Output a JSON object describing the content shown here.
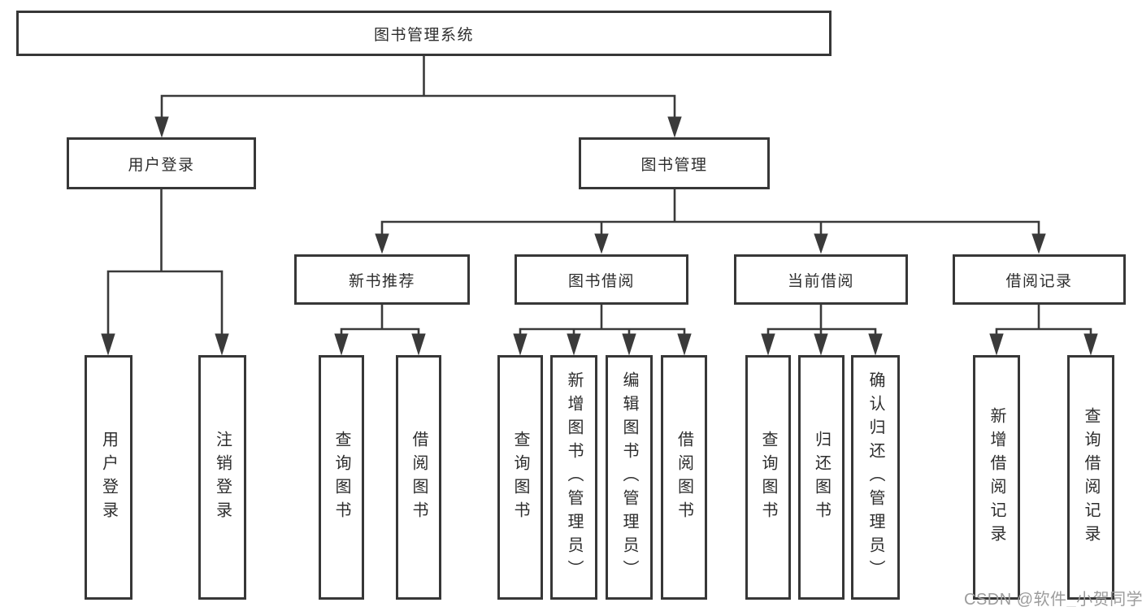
{
  "diagram": {
    "root": {
      "label": "图书管理系统"
    },
    "branches": [
      {
        "label": "用户登录"
      },
      {
        "label": "图书管理"
      }
    ],
    "modules": [
      {
        "label": "新书推荐"
      },
      {
        "label": "图书借阅"
      },
      {
        "label": "当前借阅"
      },
      {
        "label": "借阅记录"
      }
    ],
    "leaves": [
      {
        "label": "用户登录"
      },
      {
        "label": "注销登录"
      },
      {
        "label": "查询图书"
      },
      {
        "label": "借阅图书"
      },
      {
        "label": "查询图书"
      },
      {
        "label": "新增图书（管理员）"
      },
      {
        "label": "编辑图书（管理员）"
      },
      {
        "label": "借阅图书"
      },
      {
        "label": "查询图书"
      },
      {
        "label": "归还图书"
      },
      {
        "label": "确认归还（管理员）"
      },
      {
        "label": "新增借阅记录"
      },
      {
        "label": "查询借阅记录"
      }
    ]
  },
  "watermark": "CSDN @软件_小贺同学",
  "colors": {
    "line": "#3a3a3a",
    "border": "#373737",
    "box_fill": "#ffffff",
    "text": "#2d2d2d",
    "watermark": "#9c9c9c"
  }
}
